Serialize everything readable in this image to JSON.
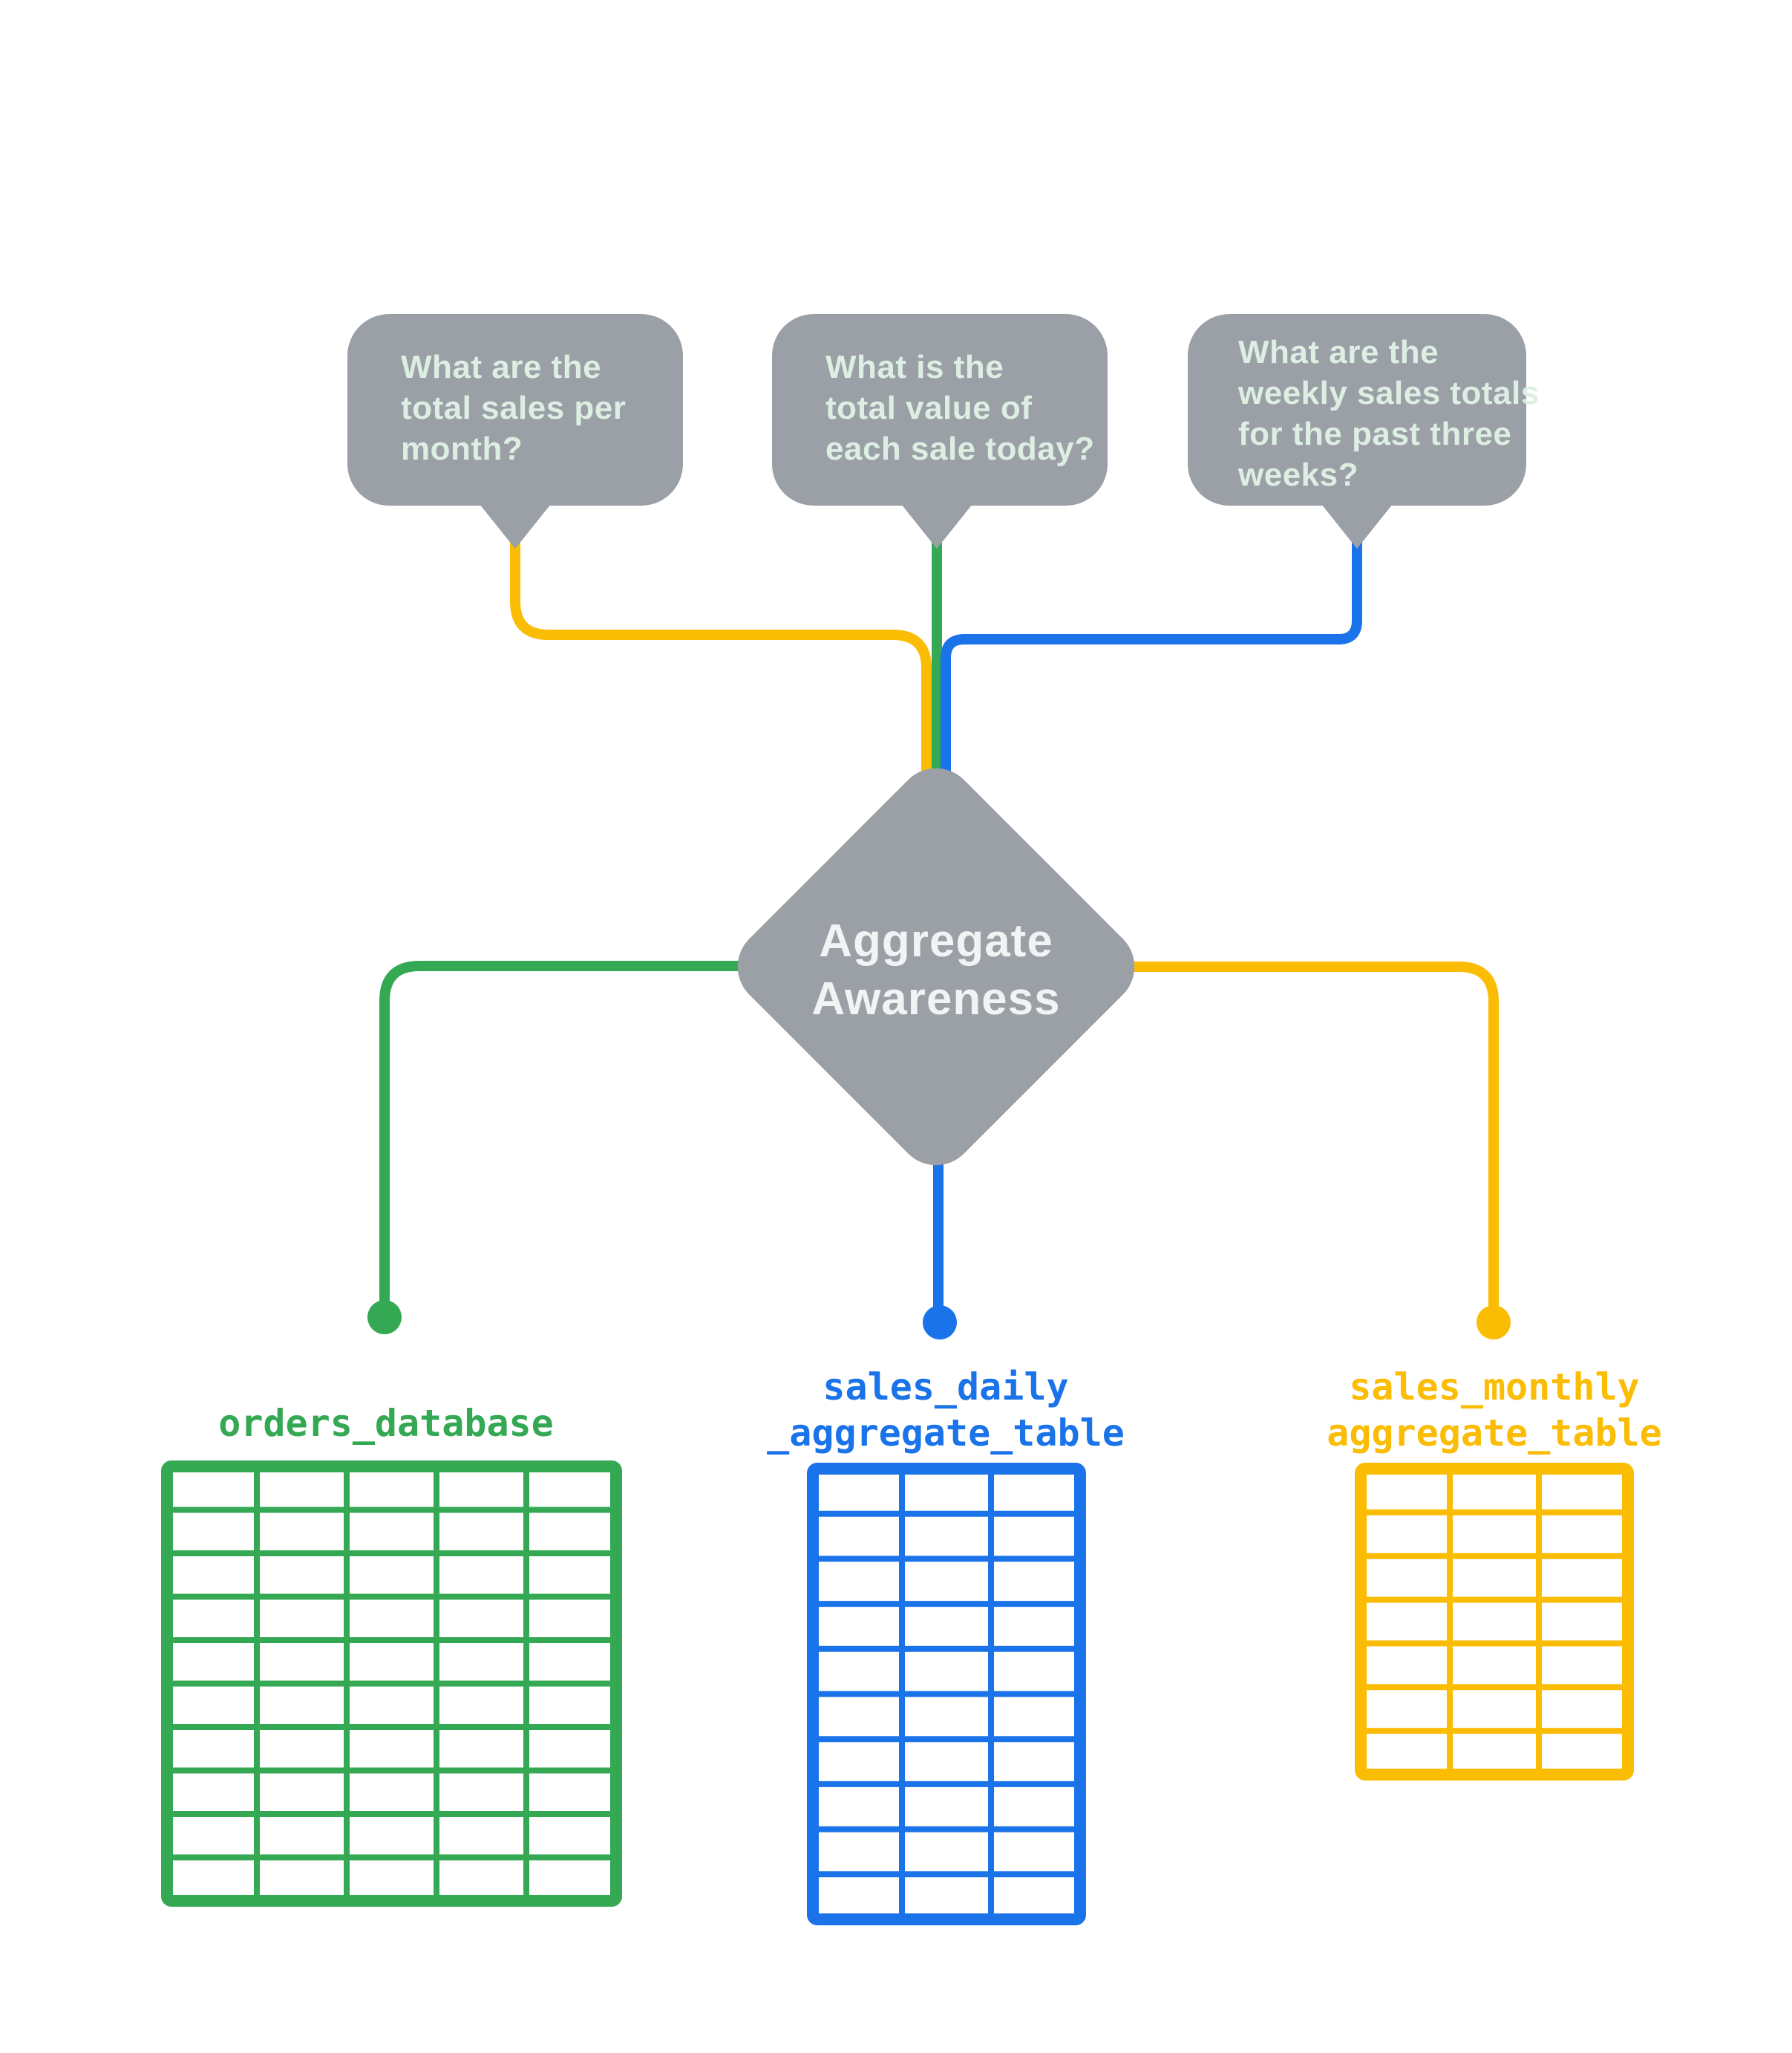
{
  "colors": {
    "bubble_gray": "#9aa0a6",
    "bubble_text": "#ddeee3",
    "hub_text": "#f1f3f4",
    "green": "#34a853",
    "blue": "#1a73e8",
    "yellow": "#fbbc04",
    "background": "#ffffff"
  },
  "questions": [
    {
      "text": "What are the total sales per month?",
      "lines": [
        "What are the",
        "total sales per",
        "month?"
      ],
      "connector_color": "yellow",
      "routes_to": "sales_monthly aggregate_table"
    },
    {
      "text": "What is the total value of each sale today?",
      "lines": [
        "What is the",
        "total value of",
        "each sale today?"
      ],
      "connector_color": "green",
      "routes_to": "orders_database"
    },
    {
      "text": "What are the weekly sales totals for the past three weeks?",
      "lines": [
        "What are the",
        "weekly sales totals",
        "for the past three",
        "weeks?"
      ],
      "connector_color": "blue",
      "routes_to": "sales_daily _aggregate_table"
    }
  ],
  "hub": {
    "label": "Aggregate Awareness",
    "lines": [
      "Aggregate",
      "Awareness"
    ]
  },
  "tables": [
    {
      "name": "orders_database",
      "label_lines": [
        "orders_database"
      ],
      "color": "green",
      "columns": 5,
      "rows": 10
    },
    {
      "name": "sales_daily _aggregate_table",
      "label_lines": [
        "sales_daily",
        "_aggregate_table"
      ],
      "color": "blue",
      "columns": 3,
      "rows": 10
    },
    {
      "name": "sales_monthly aggregate_table",
      "label_lines": [
        "sales_monthly",
        "aggregate_table"
      ],
      "color": "yellow",
      "columns": 3,
      "rows": 7
    }
  ]
}
